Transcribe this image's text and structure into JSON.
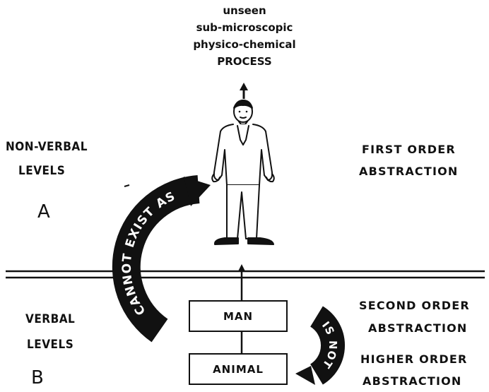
{
  "process_text": [
    "unseen",
    "sub-microscopic",
    "physico-chemical",
    "PROCESS"
  ],
  "nonverbal": {
    "line1": "NON-VERBAL",
    "line2": "LEVELS",
    "letter": "A"
  },
  "verbal": {
    "line1": "VERBAL",
    "line2": "LEVELS",
    "letter": "B"
  },
  "first_order": {
    "line1": "FIRST ORDER",
    "line2": "ABSTRACTION"
  },
  "second_order": {
    "line1": "SECOND ORDER",
    "line2": "ABSTRACTION"
  },
  "higher_order": {
    "line1": "HIGHER ORDER",
    "line2": "ABSTRACTION"
  },
  "boxes": {
    "man": "MAN",
    "animal": "ANIMAL"
  },
  "arcs": {
    "cannot_exist_as": "CANNOT EXIST AS",
    "is_not": "IS NOT"
  },
  "colors": {
    "ink": "#111111",
    "paper": "#ffffff"
  }
}
